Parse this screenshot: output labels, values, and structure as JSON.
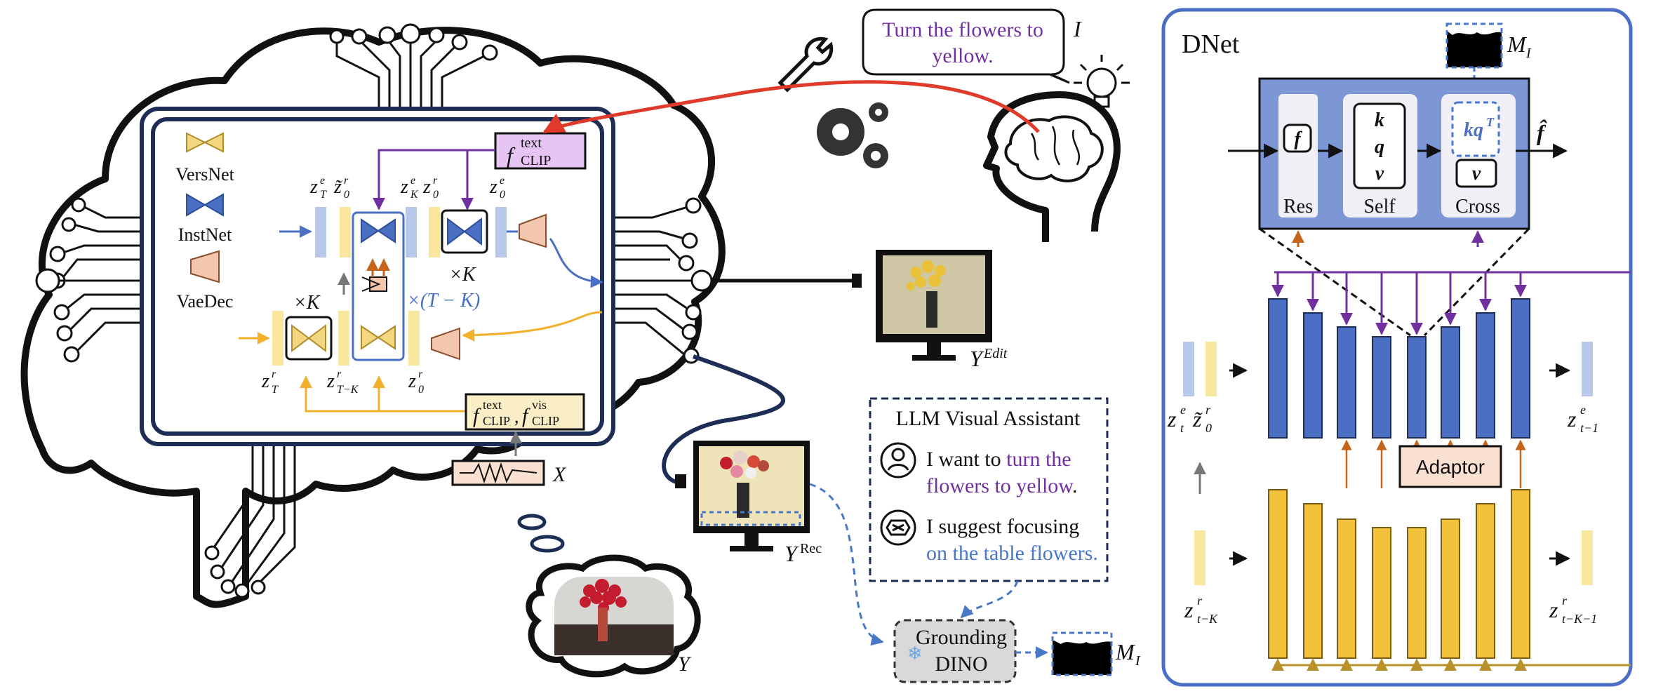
{
  "legend": {
    "versnet": "VersNet",
    "instnet": "InstNet",
    "vaedec": "VaeDec"
  },
  "colors": {
    "navy": "#1e2d55",
    "blue": "#4a6fc3",
    "yellow": "#f2c23b",
    "lightblue": "#b7c8ea",
    "lightyellow": "#f9e7a0",
    "purple": "#7030a0",
    "red": "#e03a2a",
    "orange": "#c5651c",
    "peach": "#f3c7ad",
    "lilac": "#e6c5f5",
    "dnet_border": "#4a6fc3",
    "dnet_block": "#7c96d6"
  },
  "brain": {
    "f_clip_text": {
      "main": "f",
      "sub": "CLIP",
      "sup": "text"
    },
    "f_clip_textvis": {
      "a_sub": "CLIP",
      "a_sup": "text",
      "sep": ",",
      "b_sub": "CLIP",
      "b_sup": "vis"
    },
    "times_k_top": "×K",
    "times_k_left": "×K",
    "times_t_minus_k": "×(T − K)",
    "z_labels_top": [
      "z",
      "z̃",
      "z",
      "z",
      "z"
    ],
    "x_label": "X",
    "y_label": "Y"
  },
  "instruction": {
    "text": "Turn the flowers to yellow.",
    "label": "I"
  },
  "outputs": {
    "edit_label": "Y",
    "edit_sup": "Edit",
    "rec_label": "Y",
    "rec_sup": "Rec"
  },
  "assistant": {
    "title": "LLM Visual Assistant",
    "user_line1_a": "I want to ",
    "user_line1_b": "turn the",
    "user_line2_a": "flowers to yellow",
    "user_line2_b": ".",
    "bot_line1": "I suggest focusing",
    "bot_line2": "on the table flowers."
  },
  "grounding": {
    "line1": "Grounding",
    "line2": "DINO",
    "mask_label": "M",
    "mask_sub": "I"
  },
  "dnet": {
    "title": "DNet",
    "mask_label": "M",
    "mask_sub": "I",
    "res_label": "Res",
    "self_label": "Self",
    "cross_label": "Cross",
    "f_symbol": "f",
    "f_hat": "f̂",
    "self_k": "k",
    "self_q": "q",
    "self_v": "v",
    "cross_kq": "kq",
    "cross_kq_sup": "T",
    "cross_v": "v",
    "adaptor": "Adaptor",
    "z_in_e": "z",
    "z_in_e_sub": "t",
    "z_in_e_sup": "e",
    "z_in_r": "z̃",
    "z_in_r_sub": "0",
    "z_in_r_sup": "r",
    "z_out_e": "z",
    "z_out_e_sub": "t−1",
    "z_out_e_sup": "e",
    "z_in_tk": "z",
    "z_in_tk_sub": "t−K",
    "z_in_tk_sup": "r",
    "z_out_tk": "z",
    "z_out_tk_sub": "t−K−1",
    "z_out_tk_sup": "r"
  }
}
